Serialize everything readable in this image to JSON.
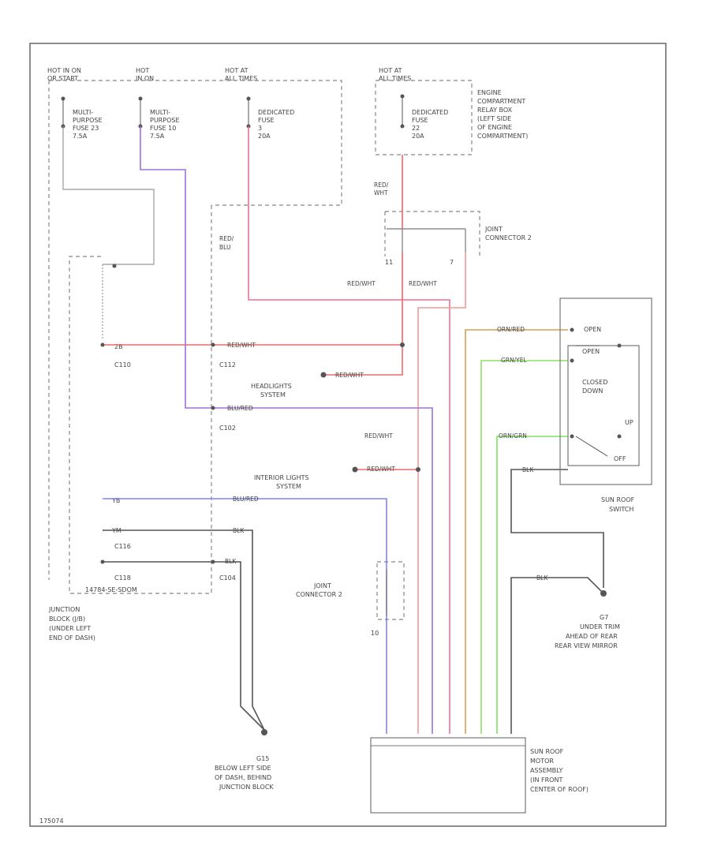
{
  "colors": {
    "red": "#f08080",
    "red_bright": "#ff5a5a",
    "red_wht": "#f4a0a0",
    "violet": "#b070c8",
    "blue": "#7a7aff",
    "green": "#88e060",
    "orange": "#e0a850",
    "gray": "#999999",
    "black": "#555555"
  },
  "power": {
    "hot_run_start": [
      "HOT IN ON",
      "OR START"
    ],
    "hot_run": [
      "HOT",
      "IN ON"
    ],
    "hot_all_1": [
      "HOT AT",
      "ALL TIMES"
    ],
    "hot_all_2": [
      "HOT AT",
      "ALL TIMES"
    ]
  },
  "fuses": {
    "mpf23": [
      "MULTI-",
      "PURPOSE",
      "FUSE 23",
      "7.5A"
    ],
    "mpf10": [
      "MULTI-",
      "PURPOSE",
      "FUSE 10",
      "7.5A"
    ],
    "ded3": [
      "DEDICATED",
      "FUSE",
      "3",
      "20A"
    ],
    "ded22": [
      "DEDICATED",
      "FUSE",
      "22",
      "20A"
    ]
  },
  "engine_relay_box": [
    "ENGINE",
    "COMPARTMENT",
    "RELAY BOX",
    "(LEFT SIDE",
    "OF ENGINE",
    "COMPARTMENT)"
  ],
  "joint_connector_2": [
    "JOINT",
    "CONNECTOR 2"
  ],
  "joint_connector_2b": [
    "JOINT",
    "CONNECTOR 2"
  ],
  "jc_pins": {
    "p11": "11",
    "p7": "7",
    "p10": "10"
  },
  "connectors": {
    "c110": "C110",
    "c112": "C112",
    "c102": "C102",
    "c116": "C116",
    "c118": "C118",
    "c104": "C104",
    "c110_pin": "2B",
    "blu_pin": "YB",
    "blk_pin": "YM"
  },
  "junction_block": {
    "code": "14784-SE-SDOM",
    "desc": [
      "JUNCTION",
      "BLOCK (J/B)",
      "(UNDER LEFT",
      "END OF DASH)"
    ]
  },
  "headlights": [
    "HEADLIGHTS",
    "SYSTEM"
  ],
  "interior_lights": [
    "INTERIOR LIGHTS",
    "SYSTEM"
  ],
  "sunroof_switch": {
    "closed_down": [
      "CLOSED",
      "DOWN"
    ],
    "open": "OPEN",
    "up": "UP",
    "off": "OFF",
    "title": [
      "SUN ROOF",
      "SWITCH"
    ]
  },
  "ground_g7": [
    "G7",
    "UNDER TRIM",
    "AHEAD OF REAR",
    "REAR VIEW MIRROR"
  ],
  "ground_g15": [
    "G15",
    "BELOW LEFT SIDE",
    "OF DASH, BEHIND",
    "JUNCTION BLOCK"
  ],
  "motor": [
    "SUN ROOF",
    "MOTOR",
    "ASSEMBLY",
    "(IN FRONT",
    "CENTER OF ROOF)"
  ],
  "wires": {
    "red_wht": "RED/WHT",
    "red_blu": [
      "RED/",
      "BLU"
    ],
    "red_wht_v": [
      "RED/",
      "WHT"
    ],
    "blu_red": "BLU/RED",
    "blk": "BLK",
    "org_blu": "ORN/RED",
    "grn_yel": "GRN/YEL",
    "org_grn": "ORN/GRN"
  },
  "figure_id": "175074"
}
